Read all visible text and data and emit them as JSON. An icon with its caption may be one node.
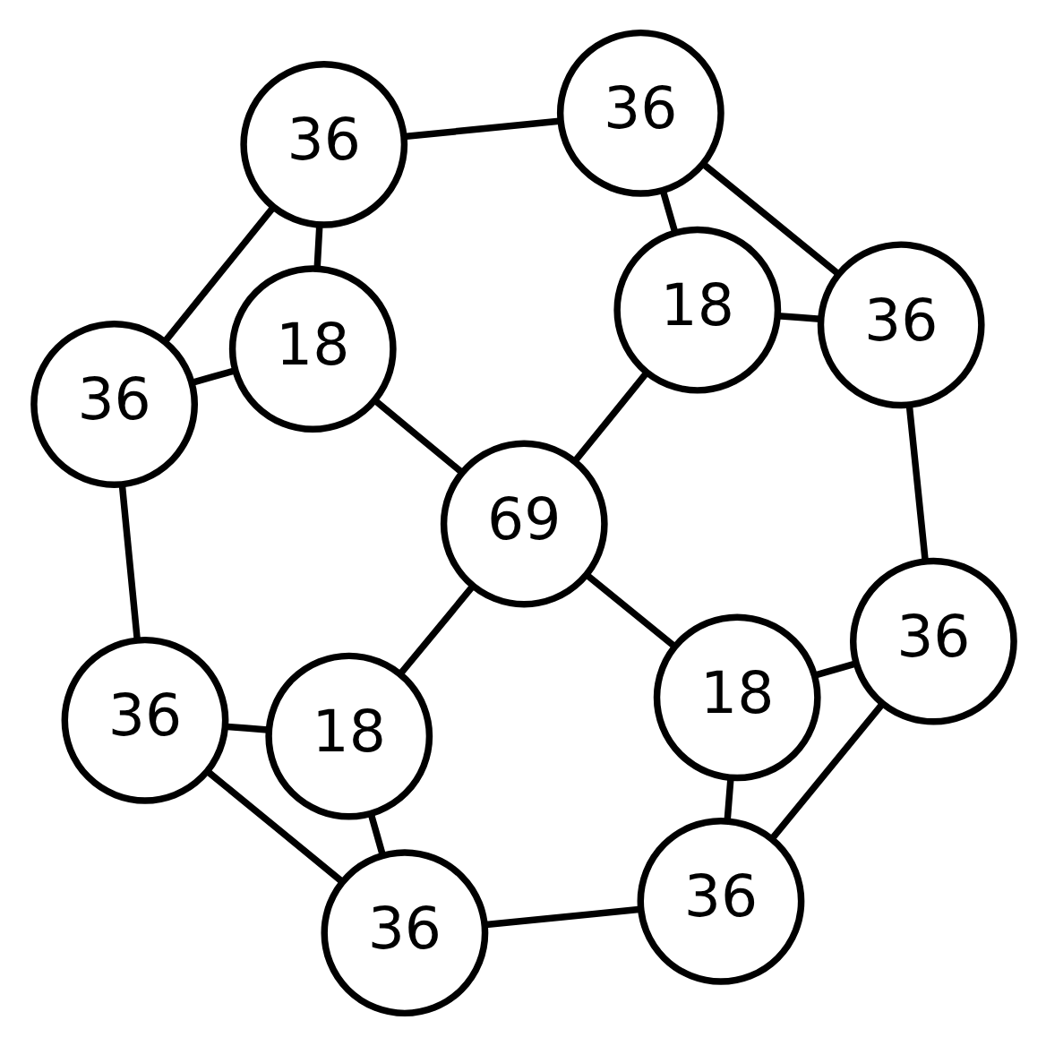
{
  "diagram": {
    "nodes": [
      {
        "text": [
          "36"
        ]
      },
      {
        "text": [
          "36"
        ]
      },
      {
        "text": [
          "18"
        ]
      },
      {
        "text": [
          "36"
        ]
      },
      {
        "text": [
          "36"
        ]
      },
      {
        "text": [
          "18"
        ]
      },
      {
        "text": [
          "69"
        ]
      },
      {
        "text": [
          "18"
        ]
      },
      {
        "text": [
          "36"
        ]
      },
      {
        "text": [
          "36"
        ]
      },
      {
        "text": [
          "18"
        ]
      },
      {
        "text": [
          "36"
        ]
      },
      {
        "text": [
          "36"
        ]
      }
    ],
    "edges": [
      {
        "from": 0,
        "to": 2,
        "arrow": "none"
      },
      {
        "from": 1,
        "to": 2,
        "arrow": "none"
      },
      {
        "from": 2,
        "to": 6,
        "arrow": "none"
      },
      {
        "from": 3,
        "to": 5,
        "arrow": "none"
      },
      {
        "from": 8,
        "to": 5,
        "arrow": "none"
      },
      {
        "from": 5,
        "to": 6,
        "arrow": "none"
      },
      {
        "from": 6,
        "to": 7,
        "arrow": "none"
      },
      {
        "from": 7,
        "to": 4,
        "arrow": "none"
      },
      {
        "from": 7,
        "to": 9,
        "arrow": "none"
      },
      {
        "from": 6,
        "to": 10,
        "arrow": "none"
      },
      {
        "from": 10,
        "to": 11,
        "arrow": "none"
      },
      {
        "from": 10,
        "to": 12,
        "arrow": "none"
      },
      {
        "from": 0,
        "to": 1,
        "arrow": "none"
      },
      {
        "from": 1,
        "to": 4,
        "arrow": "none"
      },
      {
        "from": 4,
        "to": 9,
        "arrow": "none"
      },
      {
        "from": 9,
        "to": 12,
        "arrow": "none"
      },
      {
        "from": 12,
        "to": 11,
        "arrow": "none"
      },
      {
        "from": 11,
        "to": 8,
        "arrow": "none"
      },
      {
        "from": 8,
        "to": 3,
        "arrow": "none"
      },
      {
        "from": 3,
        "to": 0,
        "arrow": "none"
      }
    ]
  }
}
